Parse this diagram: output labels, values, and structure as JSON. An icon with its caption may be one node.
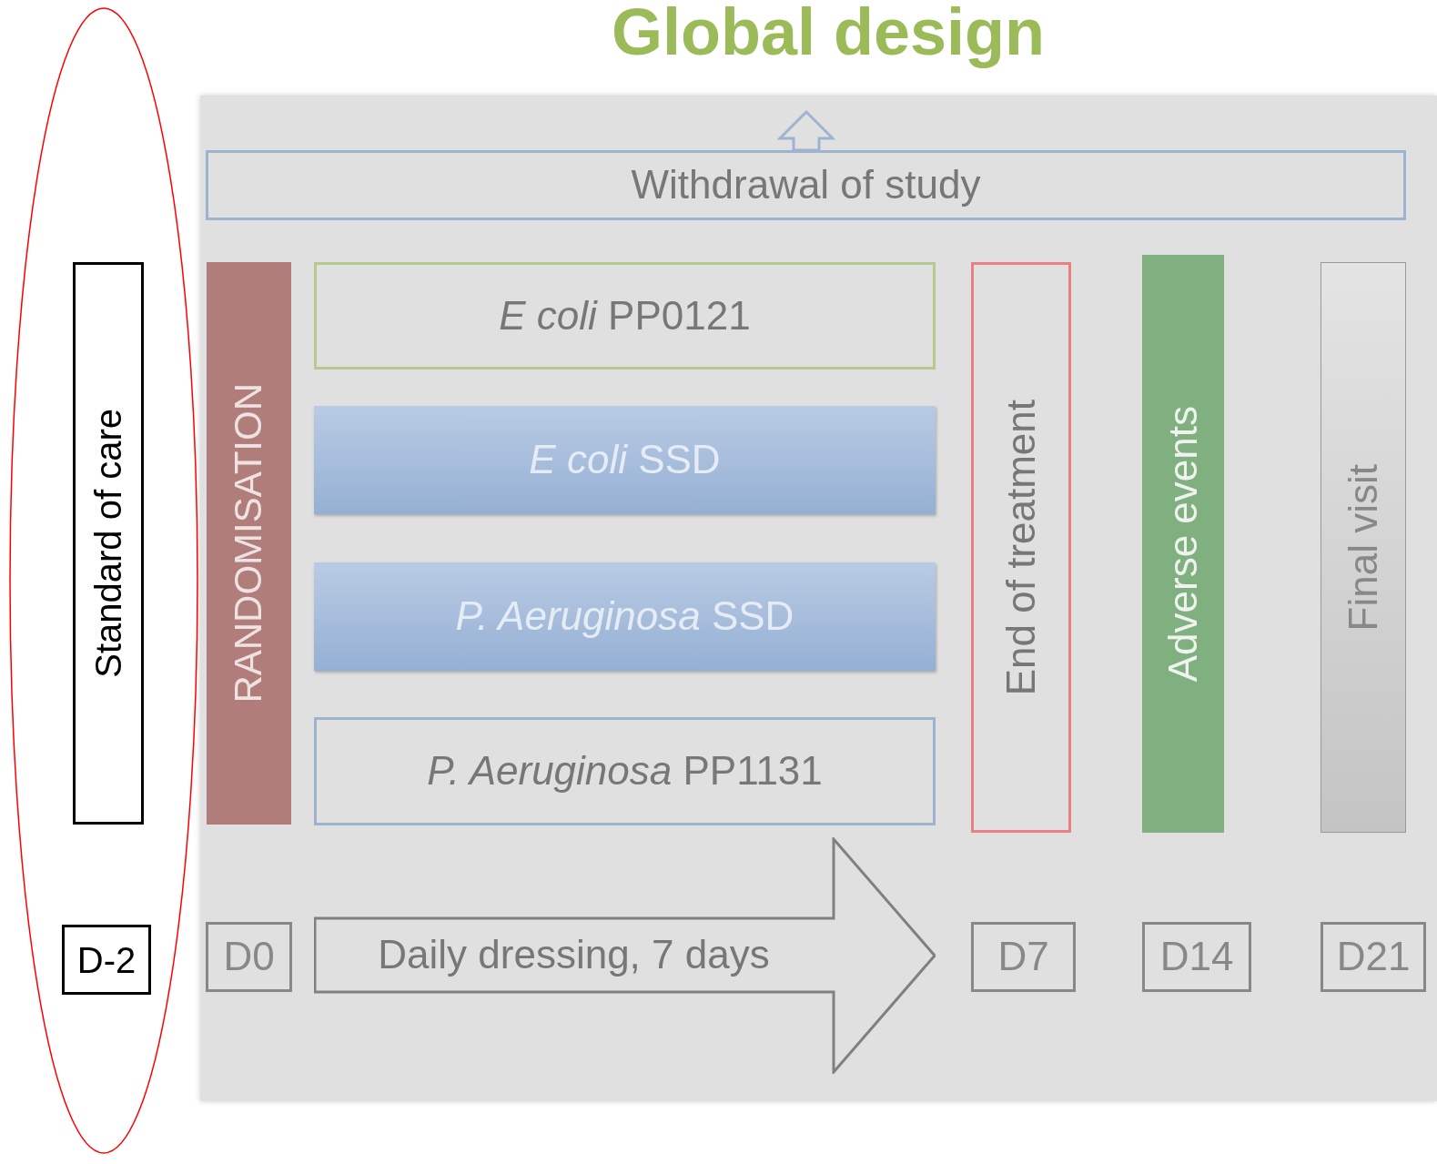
{
  "diagram": {
    "title": "Global design",
    "nodes": [
      {
        "text": [],
        "shape": "ellipse"
      },
      {
        "text": [
          "Standard of care"
        ],
        "in": 0
      },
      {
        "text": [
          "D-2"
        ],
        "in": 0
      },
      {
        "text": [
          "Withdrawal of study"
        ]
      },
      {
        "text": [
          "RANDOMISATION"
        ]
      },
      {
        "text": [
          "*E coli* PP0121"
        ]
      },
      {
        "text": [
          "*E coli* SSD"
        ]
      },
      {
        "text": [
          "*P. Aeruginosa* SSD"
        ]
      },
      {
        "text": [
          "*P. Aeruginosa* PP1131"
        ]
      },
      {
        "text": [
          "End of treatment"
        ]
      },
      {
        "text": [
          "Adverse events"
        ]
      },
      {
        "text": [
          "Final visit"
        ]
      },
      {
        "text": [
          "D0"
        ]
      },
      {
        "text": [
          "Daily dressing, 7 days"
        ]
      },
      {
        "text": [
          "D7"
        ]
      },
      {
        "text": [
          "D14"
        ]
      },
      {
        "text": [
          "D21"
        ]
      }
    ]
  }
}
